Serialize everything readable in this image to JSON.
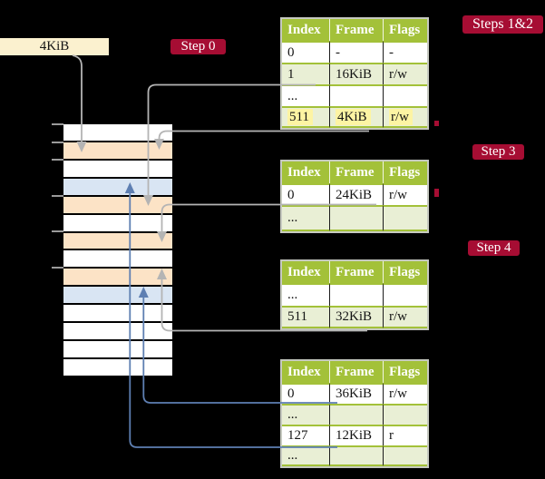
{
  "page_size_label": "4KiB",
  "step_labels": [
    "Step 0",
    "Steps 1&2",
    "Step 3",
    "Step 4"
  ],
  "page_tables": [
    {
      "headers": [
        "Index",
        "Frame",
        "Flags"
      ],
      "rows": [
        {
          "cells": [
            "0",
            "-",
            "-"
          ]
        },
        {
          "cells": [
            "1",
            "16KiB",
            "r/w"
          ]
        },
        {
          "cells": [
            "...",
            "",
            ""
          ]
        },
        {
          "cells": [
            "511",
            "4KiB",
            "r/w"
          ],
          "highlight": true
        }
      ]
    },
    {
      "headers": [
        "Index",
        "Frame",
        "Flags"
      ],
      "rows": [
        {
          "cells": [
            "0",
            "24KiB",
            "r/w"
          ]
        },
        {
          "cells": [
            "...",
            "",
            ""
          ]
        }
      ]
    },
    {
      "headers": [
        "Index",
        "Frame",
        "Flags"
      ],
      "rows": [
        {
          "cells": [
            "...",
            "",
            ""
          ]
        },
        {
          "cells": [
            "511",
            "32KiB",
            "r/w"
          ]
        }
      ]
    },
    {
      "headers": [
        "Index",
        "Frame",
        "Flags"
      ],
      "rows": [
        {
          "cells": [
            "0",
            "36KiB",
            "r/w"
          ]
        },
        {
          "cells": [
            "...",
            "",
            ""
          ]
        },
        {
          "cells": [
            "127",
            "12KiB",
            "r"
          ]
        },
        {
          "cells": [
            "...",
            "",
            ""
          ]
        }
      ]
    }
  ],
  "memory_column": {
    "rows": [
      "free",
      "page-table",
      "free",
      "mapped-page",
      "page-table",
      "free",
      "page-table",
      "free",
      "page-table",
      "mapped-page",
      "free",
      "free",
      "free",
      "free"
    ]
  },
  "colors": {
    "accent_red": "#a60d33",
    "table_header_green": "#a3c139",
    "table_row_green": "#e9efd5",
    "highlight_yellow": "#fdf4a3",
    "frame_orange": "#fce3c6",
    "frame_blue": "#d9e5f3",
    "arrow_gray": "#b4b4b4",
    "arrow_blue": "#5e7fb2",
    "label_cream": "#fbf1cf"
  }
}
